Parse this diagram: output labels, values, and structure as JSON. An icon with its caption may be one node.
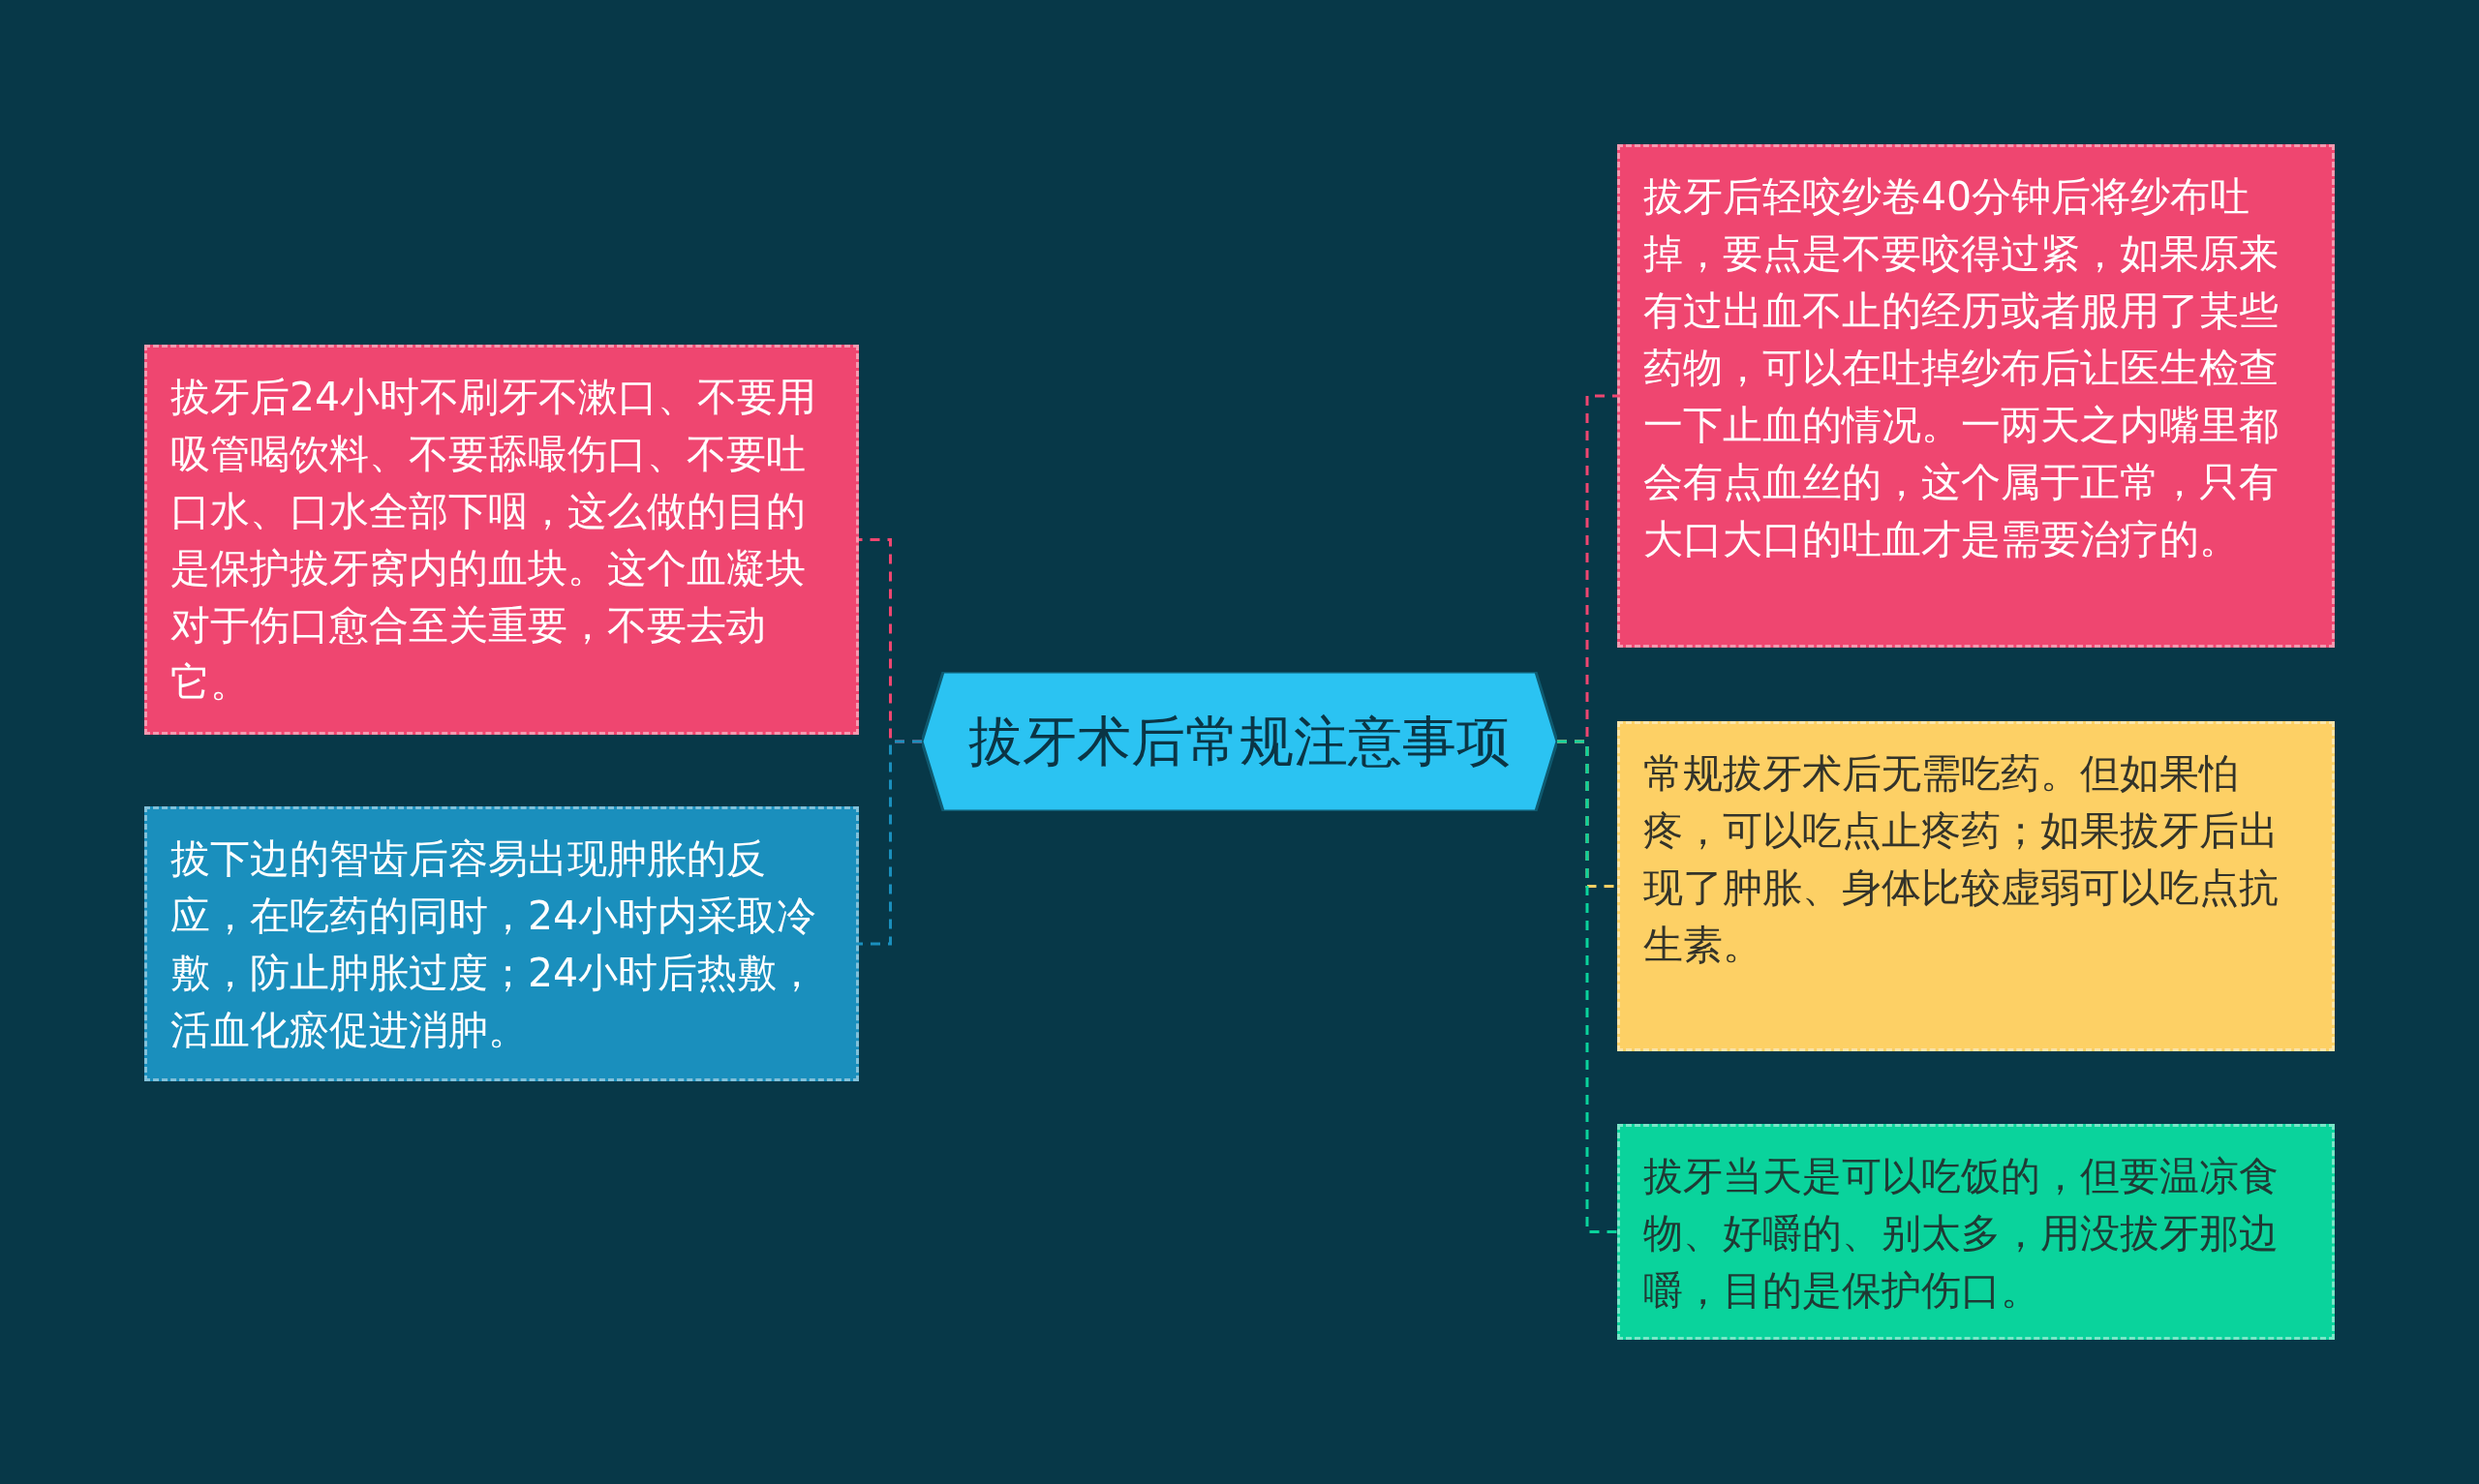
{
  "diagram": {
    "nodes": [
      {
        "text": [
          "拔牙术后常规注意事项"
        ]
      },
      {
        "text": [
          "拔牙后24小时不刷牙不漱口、不要用吸管喝饮料、不要舔嘬伤口、不要吐口水、口水全部下咽，这么做的目的是保护拔牙窝内的血块。这个血凝块对于伤口愈合至关重要，不要去动它。"
        ]
      },
      {
        "text": [
          "拔下边的智齿后容易出现肿胀的反应，在吃药的同时，24小时内采取冷敷，防止肿胀过度；24小时后热敷，活血化瘀促进消肿。"
        ]
      },
      {
        "text": [
          "拔牙后轻咬纱卷40分钟后将纱布吐掉，要点是不要咬得过紧，如果原来有过出血不止的经历或者服用了某些药物，可以在吐掉纱布后让医生检查一下止血的情况。一两天之内嘴里都会有点血丝的，这个属于正常，只有大口大口的吐血才是需要治疗的。"
        ]
      },
      {
        "text": [
          "常规拔牙术后无需吃药。但如果怕疼，可以吃点止疼药；如果拔牙后出现了肿胀、身体比较虚弱可以吃点抗生素。"
        ]
      },
      {
        "text": [
          "拔牙当天是可以吃饭的，但要温凉食物、好嚼的、别太多，用没拔牙那边嚼，目的是保护伤口。"
        ]
      }
    ],
    "edges": [
      {
        "from": 0,
        "to": 1,
        "arrow": "none",
        "style": "dashed",
        "color": "#ef4670"
      },
      {
        "from": 0,
        "to": 2,
        "arrow": "none",
        "style": "dashed",
        "color": "#1a8fbd"
      },
      {
        "from": 0,
        "to": 3,
        "arrow": "none",
        "style": "dashed",
        "color": "#ef4670"
      },
      {
        "from": 0,
        "to": 4,
        "arrow": "none",
        "style": "dashed",
        "color": "#fdd065"
      },
      {
        "from": 0,
        "to": 5,
        "arrow": "none",
        "style": "dashed",
        "color": "#0ad39c"
      }
    ]
  }
}
